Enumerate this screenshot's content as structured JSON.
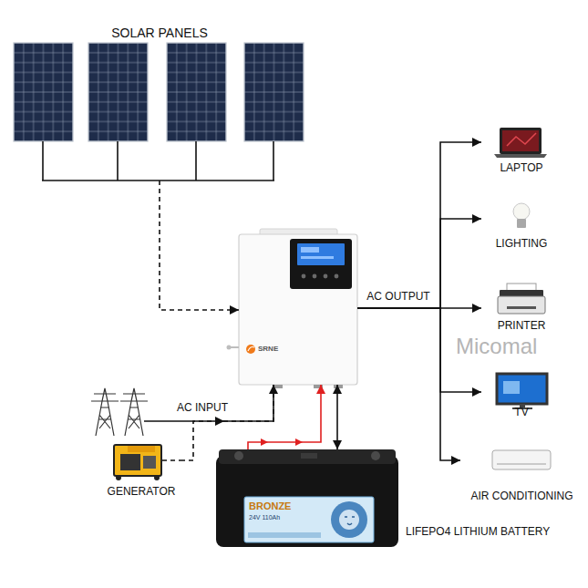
{
  "diagram": {
    "nodes": [
      {
        "text": [
          "SOLAR PANELS"
        ]
      },
      {
        "text": [
          "SRNE"
        ]
      },
      {
        "text": [
          "LAPTOP"
        ]
      },
      {
        "text": [
          "LIGHTING"
        ]
      },
      {
        "text": [
          "PRINTER"
        ]
      },
      {
        "text": [
          "TV"
        ]
      },
      {
        "text": [
          "AIR CONDITIONING"
        ]
      },
      {
        "text": [
          "GENERATOR"
        ]
      },
      {
        "text": [
          "BRONZE",
          "24V 110Ah",
          "LIFEPO4 LITHIUM BATTERY"
        ]
      }
    ],
    "edges": [
      {
        "from": 0,
        "to": 1,
        "arrow": "to"
      },
      {
        "from": 1,
        "to": 2,
        "arrow": "to"
      },
      {
        "from": 1,
        "to": 3,
        "arrow": "to"
      },
      {
        "from": 1,
        "to": 4,
        "label": "AC OUTPUT",
        "arrow": "to"
      },
      {
        "from": 1,
        "to": 5,
        "arrow": "to"
      },
      {
        "from": 1,
        "to": 6,
        "arrow": "to"
      },
      {
        "from": 7,
        "to": 1,
        "label": "AC INPUT",
        "arrow": "to"
      },
      {
        "from": 8,
        "to": 1,
        "arrow": "to"
      },
      {
        "from": 8,
        "to": 1,
        "arrow": "both"
      }
    ],
    "labels": [
      "Micomal"
    ]
  }
}
